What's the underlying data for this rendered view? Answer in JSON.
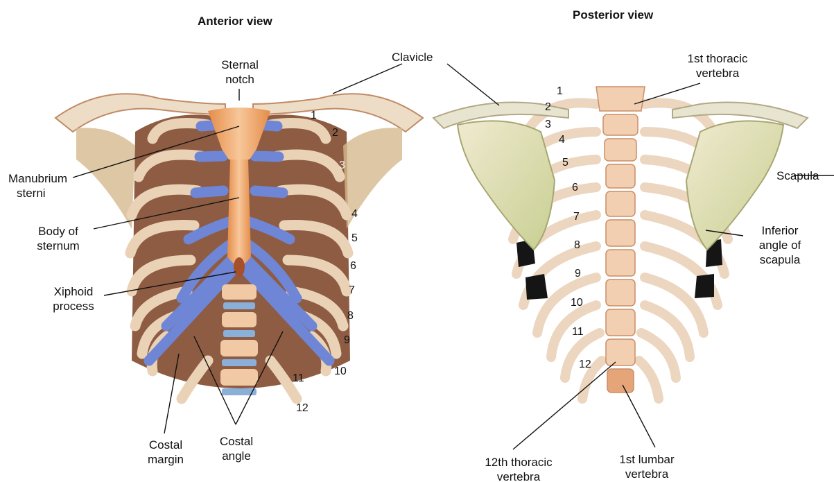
{
  "titles": {
    "anterior": "Anterior view",
    "posterior": "Posterior view"
  },
  "anterior_labels": {
    "sternal_notch": [
      "Sternal",
      "notch"
    ],
    "manubrium": [
      "Manubrium",
      "sterni"
    ],
    "body_sternum": [
      "Body of",
      "sternum"
    ],
    "xiphoid": [
      "Xiphoid",
      "process"
    ],
    "costal_margin": [
      "Costal",
      "margin"
    ],
    "costal_angle": [
      "Costal",
      "angle"
    ]
  },
  "shared_labels": {
    "clavicle": "Clavicle"
  },
  "posterior_labels": {
    "first_thoracic": [
      "1st thoracic",
      "vertebra"
    ],
    "scapula": "Scapula",
    "inferior_angle": [
      "Inferior",
      "angle of",
      "scapula"
    ],
    "first_lumbar": [
      "1st lumbar",
      "vertebra"
    ],
    "twelfth_thoracic": [
      "12th thoracic",
      "vertebra"
    ]
  },
  "anterior_rib_numbers": [
    "1",
    "2",
    "3",
    "4",
    "5",
    "6",
    "7",
    "8",
    "9",
    "10",
    "11",
    "12"
  ],
  "posterior_rib_numbers": [
    "1",
    "2",
    "3",
    "4",
    "5",
    "6",
    "7",
    "8",
    "9",
    "10",
    "11",
    "12"
  ],
  "colors": {
    "bone": "#efd9bf",
    "bone_shadow": "#b97a55",
    "cartilage": "#6f86d6",
    "sternum": "#f0a860",
    "scapula": "#d9dfae"
  }
}
